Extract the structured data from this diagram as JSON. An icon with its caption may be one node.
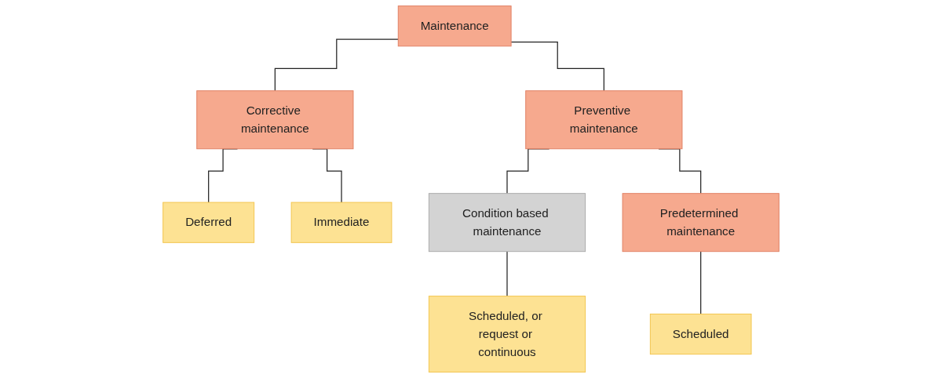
{
  "diagram": {
    "nodes": [
      {
        "text": [
          "Maintenance"
        ]
      },
      {
        "text": [
          "Corrective maintenance"
        ]
      },
      {
        "text": [
          "Preventive maintenance"
        ]
      },
      {
        "text": [
          "Deferred"
        ]
      },
      {
        "text": [
          "Immediate"
        ]
      },
      {
        "text": [
          "Condition based maintenance"
        ]
      },
      {
        "text": [
          "Predetermined maintenance"
        ]
      },
      {
        "text": [
          "Scheduled, or request or continuous"
        ]
      },
      {
        "text": [
          "Scheduled"
        ]
      }
    ],
    "edges": [
      {
        "from": 0,
        "to": 1,
        "arrow": "none"
      },
      {
        "from": 0,
        "to": 2,
        "arrow": "none"
      },
      {
        "from": 1,
        "to": 3,
        "arrow": "none"
      },
      {
        "from": 1,
        "to": 4,
        "arrow": "none"
      },
      {
        "from": 2,
        "to": 5,
        "arrow": "none"
      },
      {
        "from": 2,
        "to": 6,
        "arrow": "none"
      },
      {
        "from": 5,
        "to": 7,
        "arrow": "none"
      },
      {
        "from": 6,
        "to": 8,
        "arrow": "none"
      }
    ]
  }
}
